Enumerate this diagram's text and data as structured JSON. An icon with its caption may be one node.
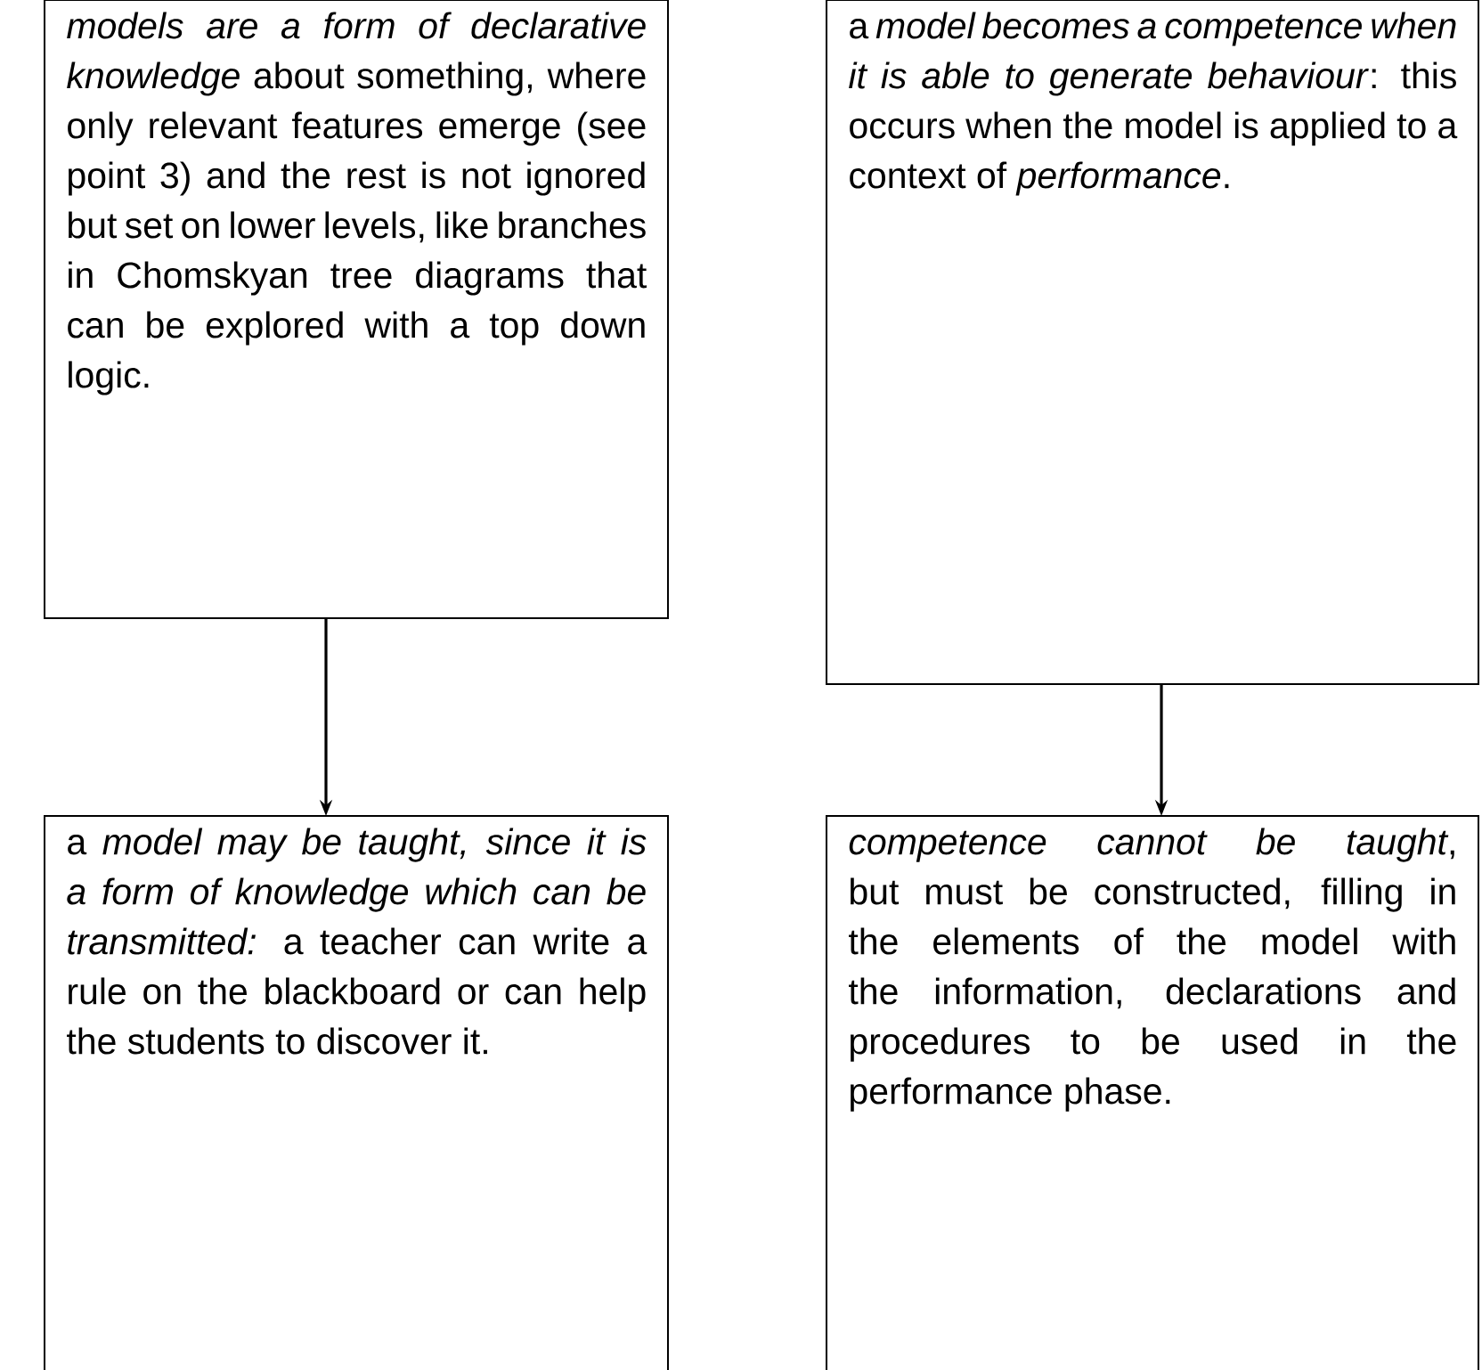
{
  "diagram": {
    "nodes": [
      {
        "text": [
          "*models are a form of declarative knowledge* about something, where only relevant features emerge (see point 3) and the rest is not ignored but set on lower levels, like branches in Chomskyan tree diagrams that can be explored with a top down logic."
        ]
      },
      {
        "text": [
          "a *model becomes a competence when it is able to generate behaviour*: this occurs when the model is applied to a context of *performance*."
        ]
      },
      {
        "text": [
          "a *model may be taught, since it is a form of knowledge which can be transmitted:* a teacher can write a rule on the blackboard or can help the students to discover it."
        ]
      },
      {
        "text": [
          "*competence cannot be taught*, but must be constructed, filling in the elements of the model with the information, declarations and procedures to be used in the performance phase."
        ]
      }
    ],
    "edges": [
      {
        "from": 0,
        "to": 2,
        "arrow": "to"
      },
      {
        "from": 1,
        "to": 3,
        "arrow": "to"
      }
    ]
  }
}
